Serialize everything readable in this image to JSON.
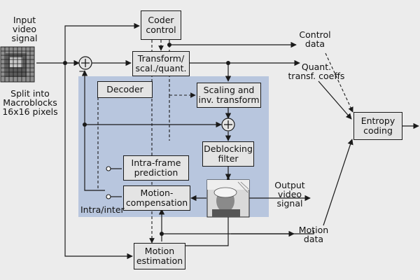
{
  "diagram": {
    "blocks": {
      "coder_control": "Coder\ncontrol",
      "transform": "Transform/\nscal./quant.",
      "decoder": "Decoder",
      "scaling": "Scaling and\ninv. transform",
      "deblocking": "Deblocking\nfilter",
      "intra_pred": "Intra-frame\nprediction",
      "motion_comp": "Motion-\ncompensation",
      "motion_est": "Motion\nestimation",
      "entropy": "Entropy\ncoding"
    },
    "labels": {
      "input": "Input\nvideo\nsignal",
      "split": "Split into\nMacroblocks\n16x16 pixels",
      "control_data": "Control\ndata",
      "quant_coeffs": "Quant.\ntransf. coeffs",
      "output": "Output\nvideo\nsignal",
      "motion_data": "Motion\ndata",
      "intra_inter": "Intra/inter",
      "minus_sign": "−"
    },
    "colors": {
      "decoder_region": "#b8c6de",
      "block_fill": "#e4e4e4",
      "wire": "#1a1a1a"
    },
    "icons": {
      "macroblock_grid": "macroblock-grid-image",
      "decoded_frame": "decoded-frame-image"
    }
  }
}
